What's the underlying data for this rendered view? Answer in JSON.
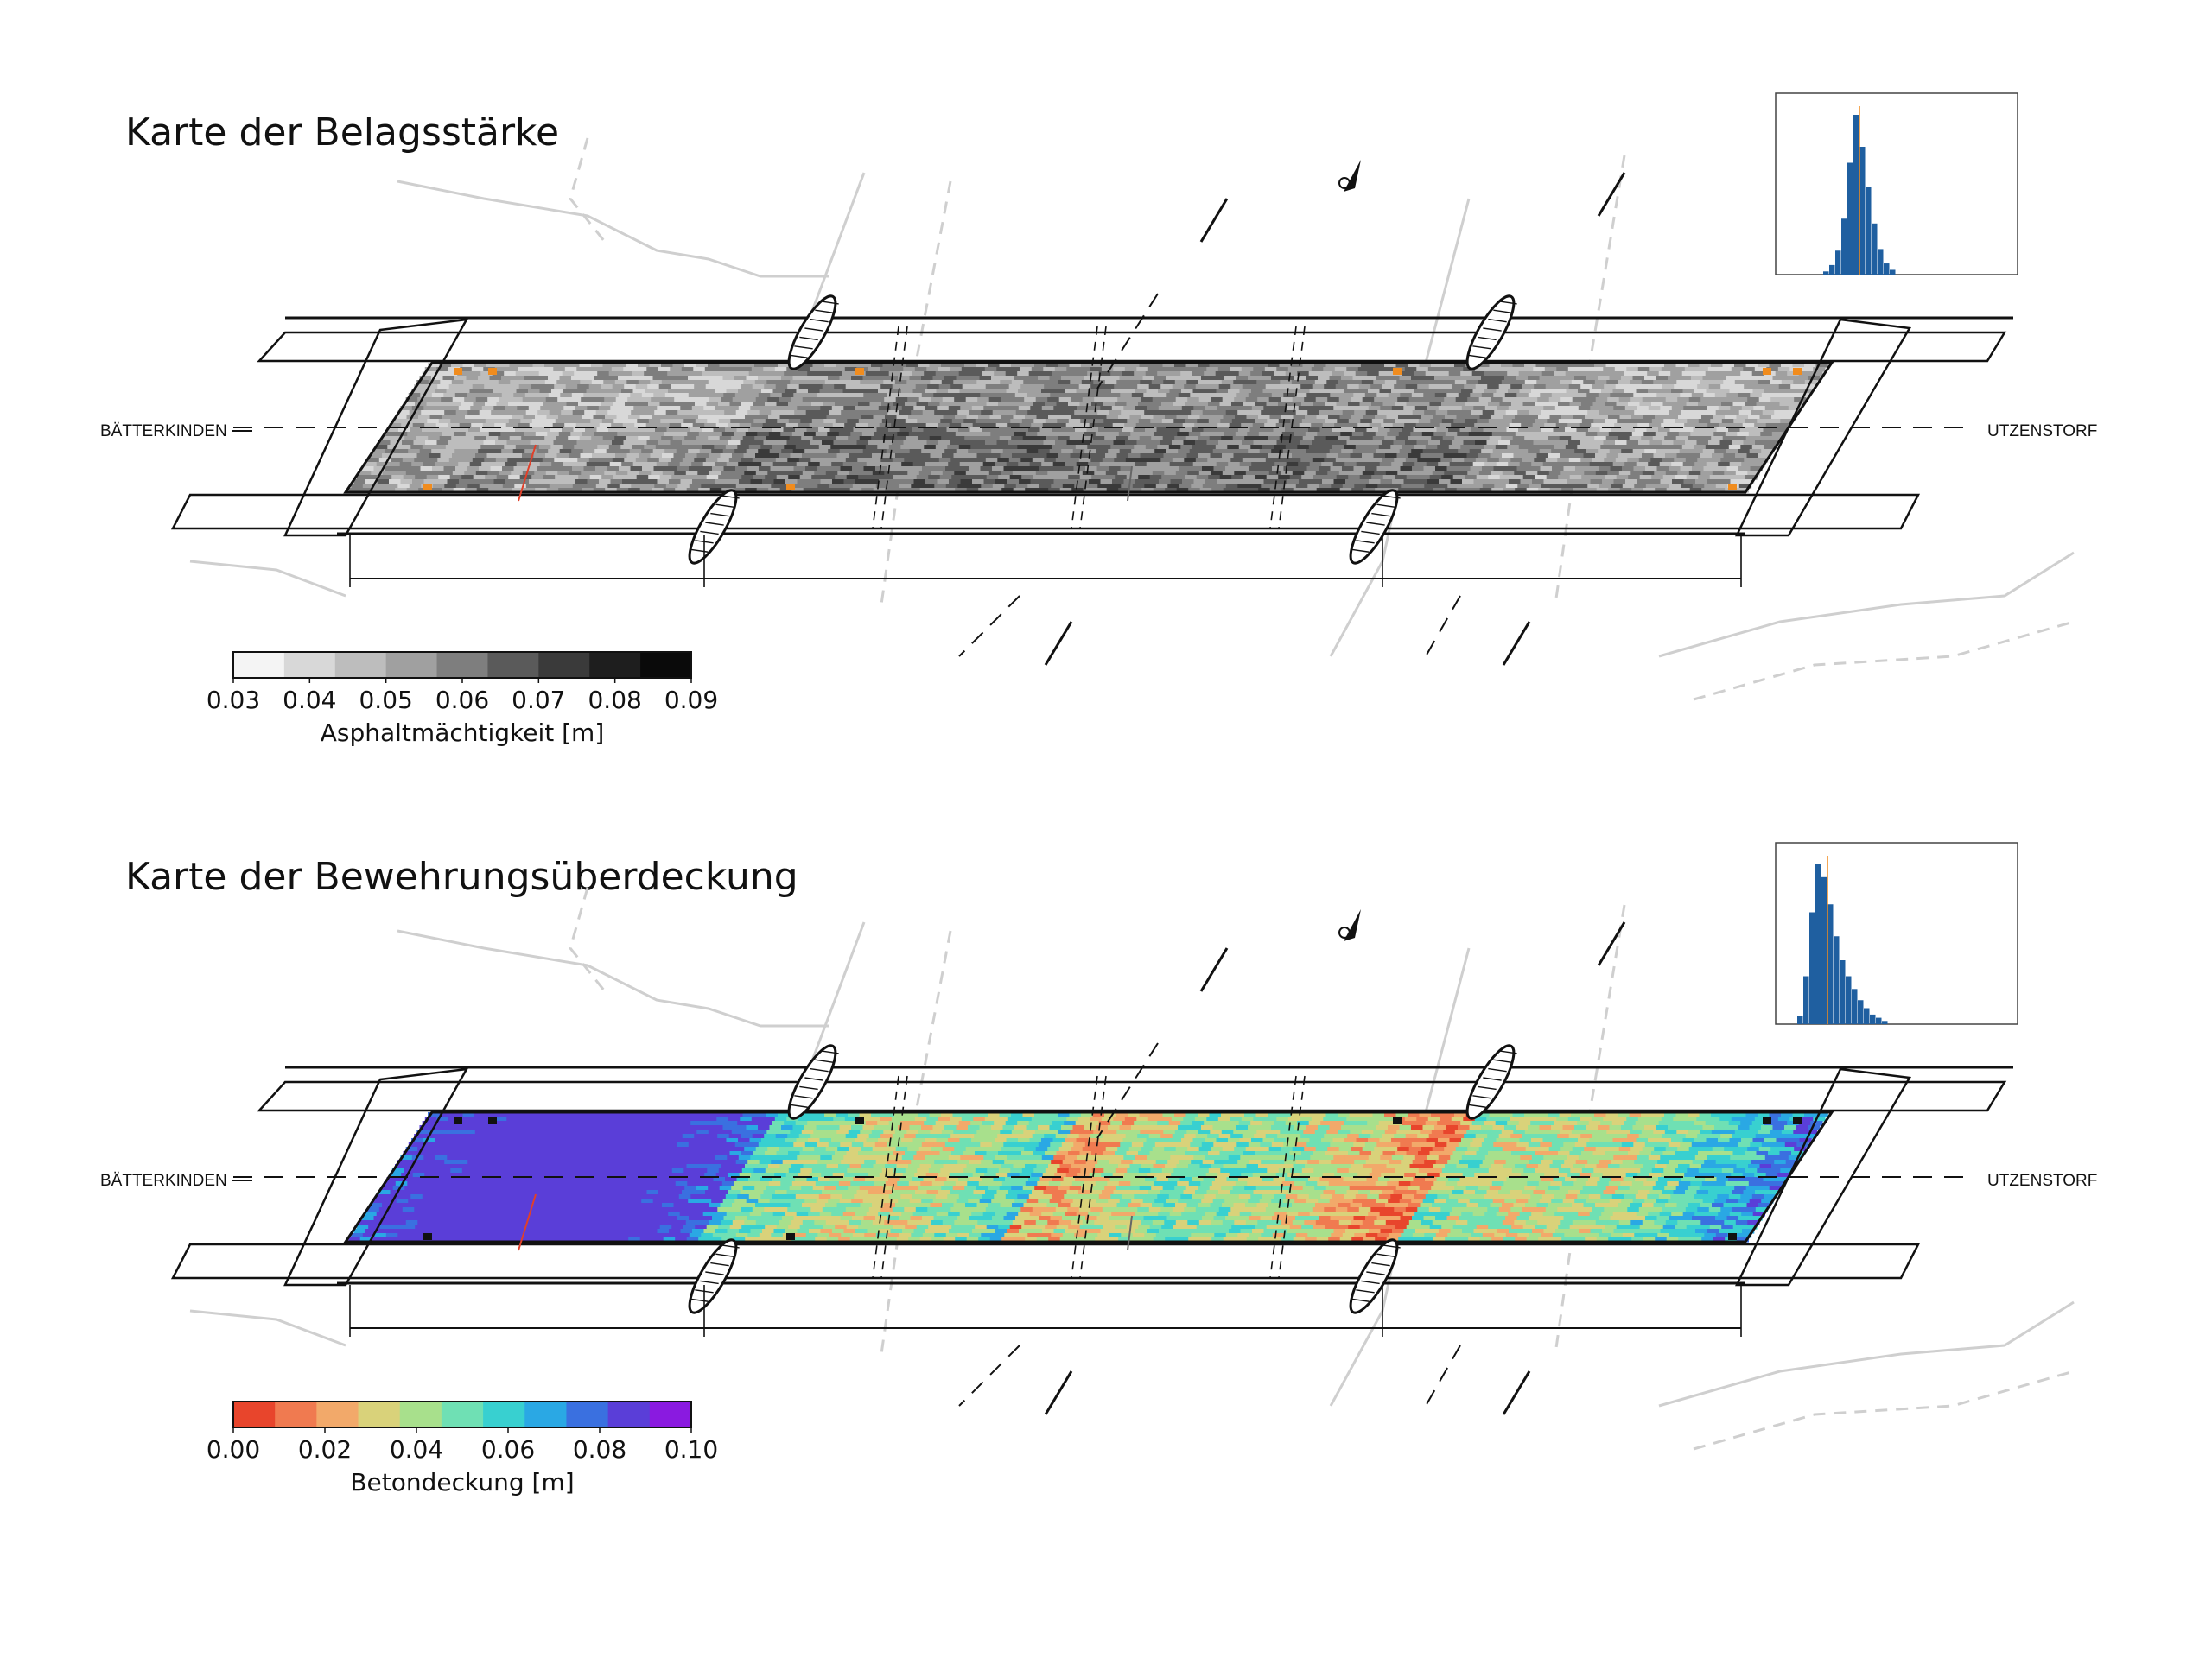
{
  "maps": [
    {
      "title": "Karte der Belagsstärke",
      "left_label": "BÄTTERKINDEN",
      "right_label": "UTZENSTORF",
      "colorbar": {
        "ticks": [
          "0.03",
          "0.04",
          "0.05",
          "0.06",
          "0.07",
          "0.08",
          "0.09"
        ],
        "label": "Asphaltmächtigkeit [m]",
        "colors": [
          "#f4f4f4",
          "#d8d8d8",
          "#bdbdbd",
          "#a0a0a0",
          "#7e7e7e",
          "#5a5a5a",
          "#3a3a3a",
          "#1e1e1e",
          "#0a0a0a"
        ]
      }
    },
    {
      "title": "Karte der Bewehrungsüberdeckung",
      "left_label": "BÄTTERKINDEN",
      "right_label": "UTZENSTORF",
      "colorbar": {
        "ticks": [
          "0.00",
          "0.02",
          "0.04",
          "0.06",
          "0.08",
          "0.10"
        ],
        "label": "Betondeckung [m]",
        "colors": [
          "#e8452c",
          "#f07a50",
          "#f2a96a",
          "#d9d27a",
          "#a8e08c",
          "#6fe0b4",
          "#38d0d0",
          "#2aa8e4",
          "#3a70e0",
          "#5a3ed8",
          "#8a1ae0"
        ]
      }
    }
  ],
  "colors": {
    "line": "#111111",
    "guide": "#cfcfcf",
    "hist_bar": "#1f5fa0",
    "marker_orange": "#f08c1e",
    "marker_red": "#e0402a"
  }
}
